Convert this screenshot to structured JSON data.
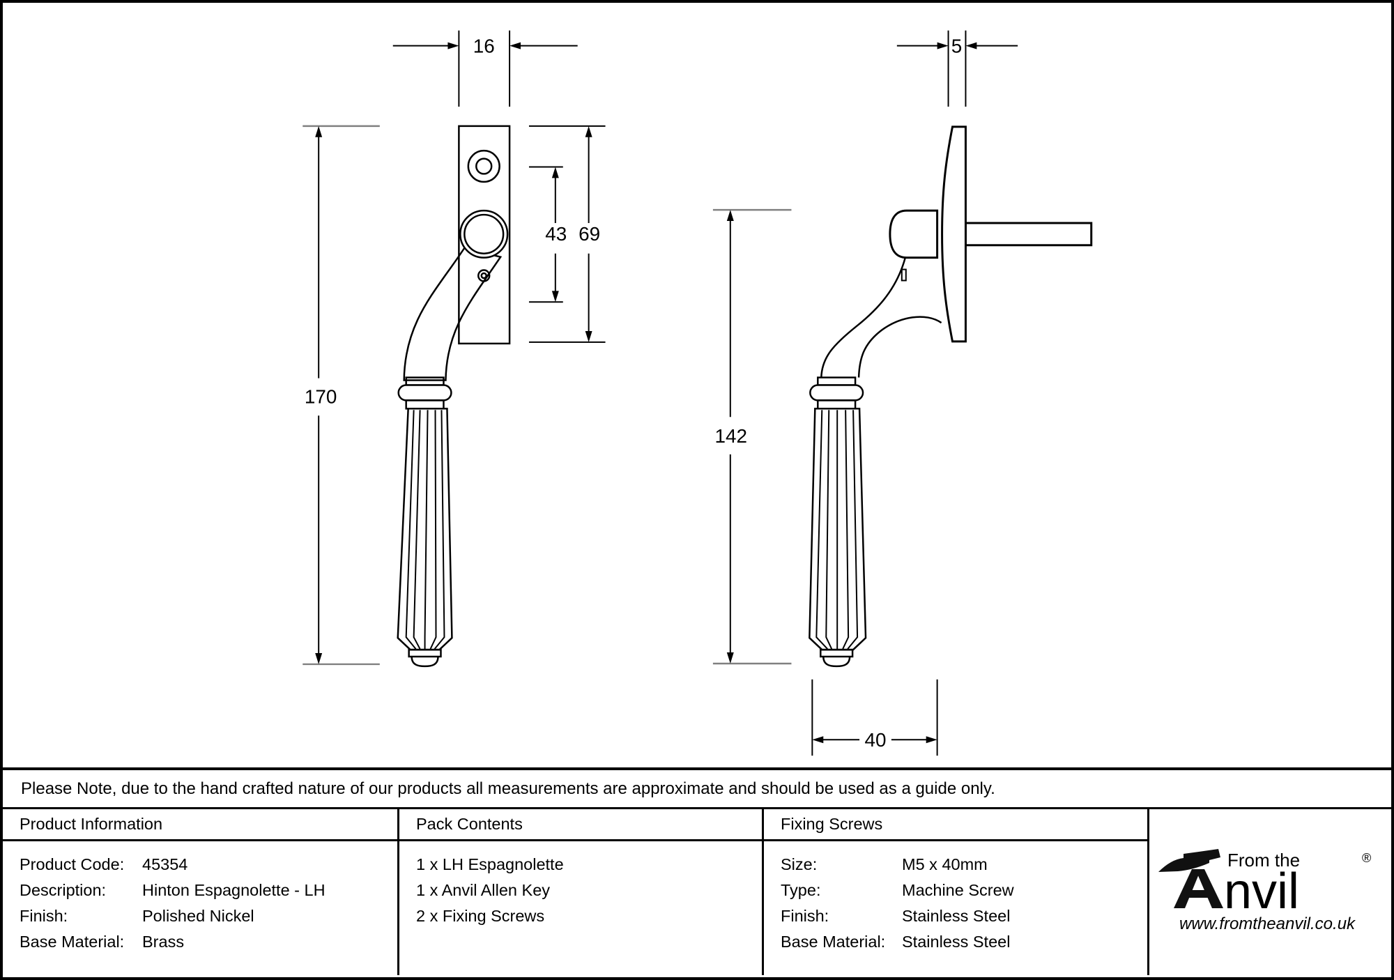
{
  "drawing": {
    "front_view": {
      "dim_plate_width": "16",
      "dim_hole_spacing": "43",
      "dim_plate_height": "69",
      "dim_overall_length": "170"
    },
    "side_view": {
      "dim_plate_thickness": "5",
      "dim_handle_drop": "142",
      "dim_projection": "40"
    }
  },
  "note": "Please Note, due to the hand crafted nature of our products all measurements are approximate and should be used as a guide only.",
  "table": {
    "product_information": {
      "header": "Product Information",
      "rows": [
        {
          "label": "Product Code:",
          "value": "45354"
        },
        {
          "label": "Description:",
          "value": "Hinton Espagnolette - LH"
        },
        {
          "label": "Finish:",
          "value": "Polished Nickel"
        },
        {
          "label": "Base Material:",
          "value": "Brass"
        }
      ]
    },
    "pack_contents": {
      "header": "Pack Contents",
      "items": [
        "1 x LH Espagnolette",
        "1 x Anvil Allen Key",
        "2 x Fixing Screws"
      ]
    },
    "fixing_screws": {
      "header": "Fixing Screws",
      "rows": [
        {
          "label": "Size:",
          "value": "M5 x 40mm"
        },
        {
          "label": "Type:",
          "value": "Machine Screw"
        },
        {
          "label": "Finish:",
          "value": "Stainless Steel"
        },
        {
          "label": "Base Material:",
          "value": "Stainless Steel"
        }
      ]
    }
  },
  "logo": {
    "tagline": "From the",
    "brand_initial": "A",
    "brand_rest": "nvil",
    "registered": "®",
    "url": "www.fromtheanvil.co.uk"
  },
  "colors": {
    "line": "#000000",
    "tick": "#808080",
    "background": "#ffffff"
  }
}
